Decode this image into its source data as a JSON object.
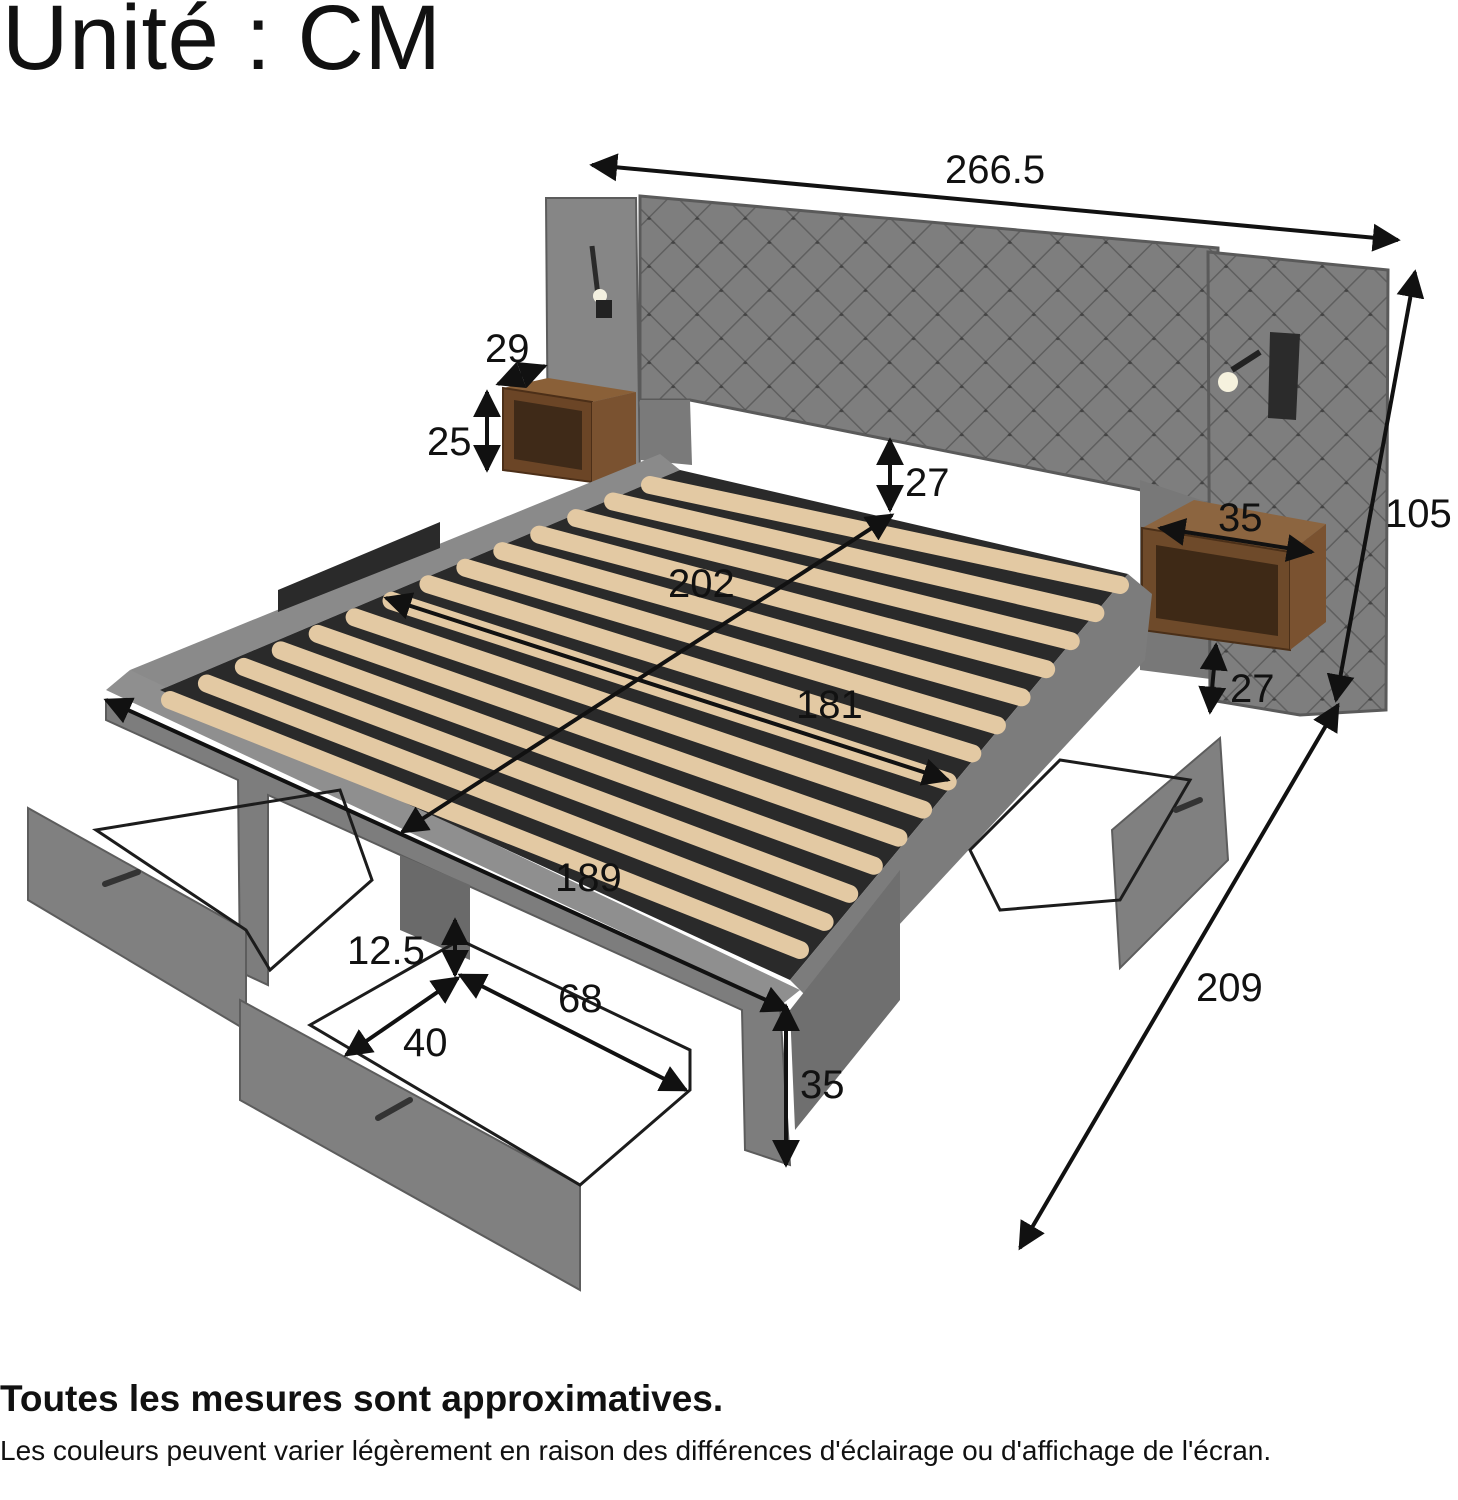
{
  "title": "Unité : CM",
  "dimensions": {
    "total_width": "266.5",
    "total_height": "105",
    "total_length": "209",
    "side_shelf_depth": "29",
    "side_shelf_height": "25",
    "headboard_gap_height": "27",
    "nightstand_width": "35",
    "nightstand_clearance": "27",
    "mattress_length": "202",
    "mattress_width": "181",
    "frame_length": "189",
    "drawer_height": "12.5",
    "drawer_length": "68",
    "drawer_width": "40",
    "frame_height": "35"
  },
  "footer": {
    "note": "Toutes les mesures sont approximatives.",
    "disclaimer": "Les couleurs peuvent varier légèrement en raison des différences d'éclairage ou d'affichage de l'écran."
  },
  "colors": {
    "fabric": "#7d7d7d",
    "fabric_dark": "#5c5c5c",
    "wood": "#7a5230",
    "slat": "#e3c9a3",
    "metal": "#1c1c1c",
    "arrow": "#111111"
  }
}
